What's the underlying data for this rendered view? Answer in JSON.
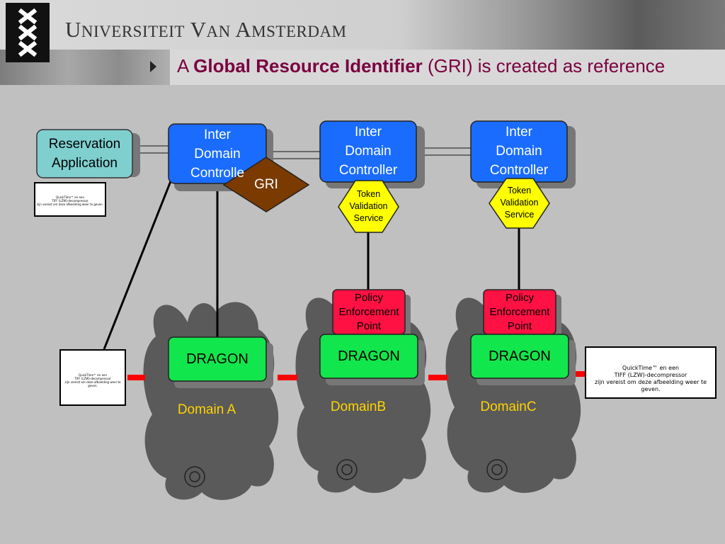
{
  "header": {
    "university_name": "Universiteit van Amsterdam",
    "title_prefix": "A ",
    "title_emphasis": "Global Resource Identifier",
    "title_suffix": " (GRI) is created as reference"
  },
  "colors": {
    "title": "#7a0040",
    "inter_domain_controller": "#1a6cff",
    "dragon": "#11e64c",
    "policy_enforcement_point": "#ff1144",
    "token_validation_service": "#ffff00",
    "gri": "#7a3a00",
    "domain_cloud": "#5a5a5a",
    "domain_label": "#ffd400",
    "link": "#ff0000",
    "reservation_application": "#7fcfcf"
  },
  "reservation_application": {
    "label": "Reservation\nApplication"
  },
  "gri": {
    "label": "GRI"
  },
  "controllers": [
    {
      "label": "Inter\nDomain\nControlle"
    },
    {
      "label": "Inter\nDomain\nController"
    },
    {
      "label": "Inter\nDomain\nController"
    }
  ],
  "token_services": [
    {
      "label": "Token\nValidation\nService"
    },
    {
      "label": "Token\nValidation\nService"
    }
  ],
  "policy_points": [
    {
      "label": "Policy\nEnforcement\nPoint"
    },
    {
      "label": "Policy\nEnforcement\nPoint"
    }
  ],
  "domains": [
    {
      "dragon_label": "DRAGON",
      "name": "Domain A"
    },
    {
      "dragon_label": "DRAGON",
      "name": "DomainB"
    },
    {
      "dragon_label": "DRAGON",
      "name": "DomainC"
    }
  ],
  "quicktime_placeholders": [
    {
      "text": "QuickTime™ en een\nTIFF (LZW)-decompressor\nzijn vereist om deze afbeelding weer te geven."
    },
    {
      "text": "QuickTime™ en een\nTIFF (LZW)-decompressor\nzijn vereist om deze afbeelding weer te geven."
    },
    {
      "text": "QuickTime™ en een\nTIFF (LZW)-decompressor\nzijn vereist om deze afbeelding weer te geven."
    }
  ],
  "icons": [
    "university-logo-icon",
    "arrow-right-icon"
  ]
}
